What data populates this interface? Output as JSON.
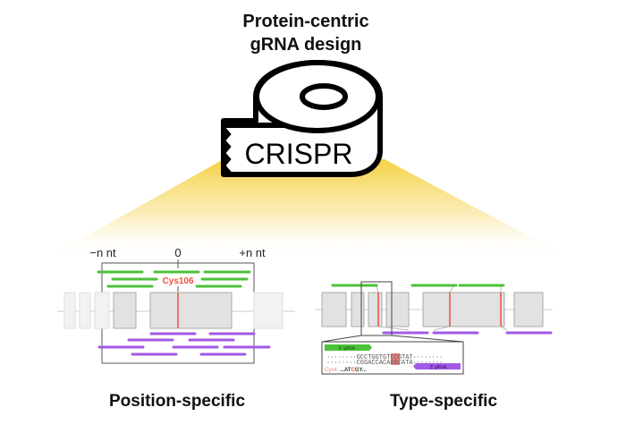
{
  "title": {
    "line1": "Protein-centric",
    "line2": "gRNA design"
  },
  "logo": {
    "label": "CRISPR",
    "icon": "tape-roll-icon"
  },
  "colors": {
    "highlight": "#f5d142",
    "green_grna": "#4cc23a",
    "purple_grna": "#a259e6",
    "exon": "#e2e2e2",
    "site": "#f0503c"
  },
  "position_specific": {
    "caption": "Position-specific",
    "axis_labels": {
      "left": "−n nt",
      "center": "0",
      "right": "+n nt"
    },
    "site_label": "Cys106"
  },
  "type_specific": {
    "caption": "Type-specific",
    "inset": {
      "grna5_label": "5' gRNA",
      "grna3_label": "3' gRNA",
      "seq_top": "········GCCTGGTGTCCGTAT········",
      "seq_bottom": "········CGGACCACAGGCATA········",
      "codon_label": "Cys4:",
      "codon_seq_pre": "...AT",
      "codon_seq_hl": "C",
      "codon_seq_post": "GY..."
    }
  }
}
